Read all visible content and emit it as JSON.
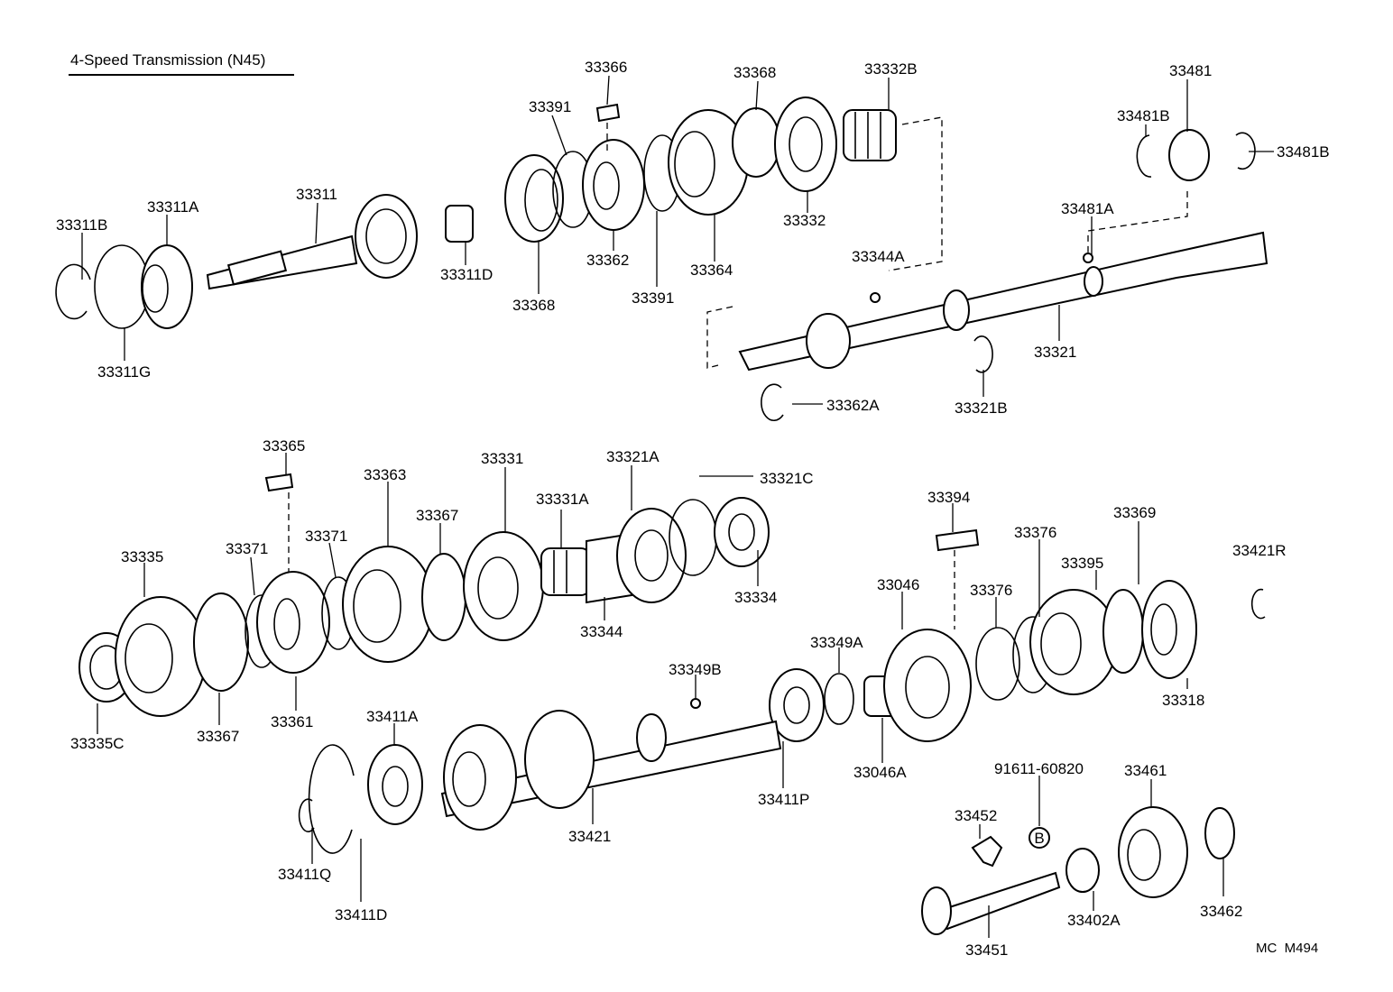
{
  "title": "4-Speed Transmission (N45)",
  "ref_code": "MC  M494",
  "bolt_marker": "B",
  "labels": {
    "p33366": "33366",
    "p33368a": "33368",
    "p33332B": "33332B",
    "p33481": "33481",
    "p33391a": "33391",
    "p33481Ba": "33481B",
    "p33481Bb": "33481B",
    "p33311A": "33311A",
    "p33311": "33311",
    "p33311B": "33311B",
    "p33332": "33332",
    "p33481A": "33481A",
    "p33311D": "33311D",
    "p33362": "33362",
    "p33344A": "33344A",
    "p33364": "33364",
    "p33368b": "33368",
    "p33391b": "33391",
    "p33311G": "33311G",
    "p33321": "33321",
    "p33362A": "33362A",
    "p33321B": "33321B",
    "p33365": "33365",
    "p33331": "33331",
    "p33321A": "33321A",
    "p33363": "33363",
    "p33321C": "33321C",
    "p33394": "33394",
    "p33367a": "33367",
    "p33331A": "33331A",
    "p33369": "33369",
    "p33335": "33335",
    "p33371a": "33371",
    "p33371b": "33371",
    "p33376a": "33376",
    "p33421R": "33421R",
    "p33395": "33395",
    "p33334": "33334",
    "p33046": "33046",
    "p33376b": "33376",
    "p33344": "33344",
    "p33349A": "33349A",
    "p33349B": "33349B",
    "p33318": "33318",
    "p33411A": "33411A",
    "p33361": "33361",
    "p33367b": "33367",
    "p33335C": "33335C",
    "p33046A": "33046A",
    "p91611": "91611-60820",
    "p33461": "33461",
    "p33411P": "33411P",
    "p33421": "33421",
    "p33452": "33452",
    "p33411Q": "33411Q",
    "p33402A": "33402A",
    "p33462": "33462",
    "p33411D": "33411D",
    "p33451": "33451"
  }
}
